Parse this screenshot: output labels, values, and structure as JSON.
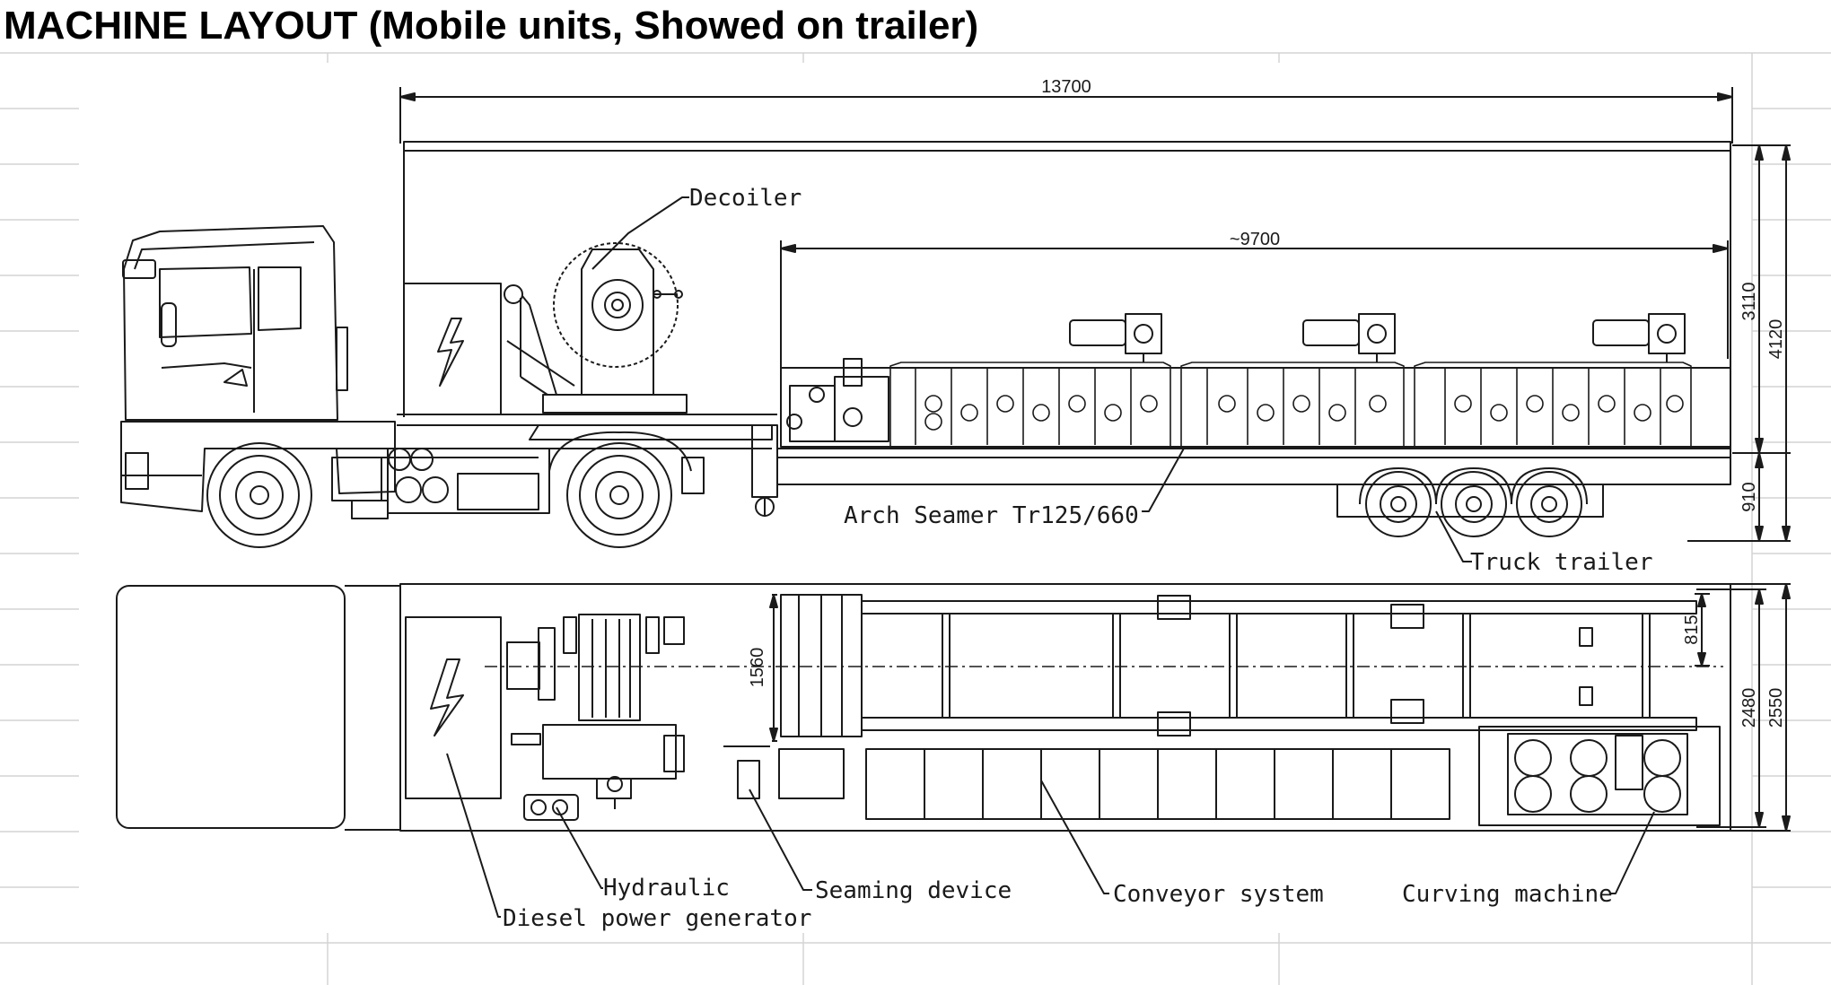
{
  "title": "MACHINE LAYOUT (Mobile units, Showed on trailer)",
  "dimensions": {
    "overall_length": "13700",
    "machine_length": "~9700",
    "height_upper": "3110",
    "height_total": "4120",
    "height_lower": "910",
    "plan_width_top": "815",
    "plan_width_mid": "1560",
    "plan_width_inner": "2480",
    "plan_width_total": "2550"
  },
  "labels": {
    "decoiler": "Decoiler",
    "arch_seamer": "Arch Seamer Tr125/660",
    "truck_trailer": "Truck trailer",
    "hydraulic": "Hydraulic",
    "seaming_device": "Seaming device",
    "conveyor_system": "Conveyor system",
    "curving_machine": "Curving machine",
    "diesel_generator": "Diesel power generator"
  },
  "colors": {
    "line": "#1a1a1a",
    "grid": "#cfcfcf",
    "background": "#ffffff"
  }
}
